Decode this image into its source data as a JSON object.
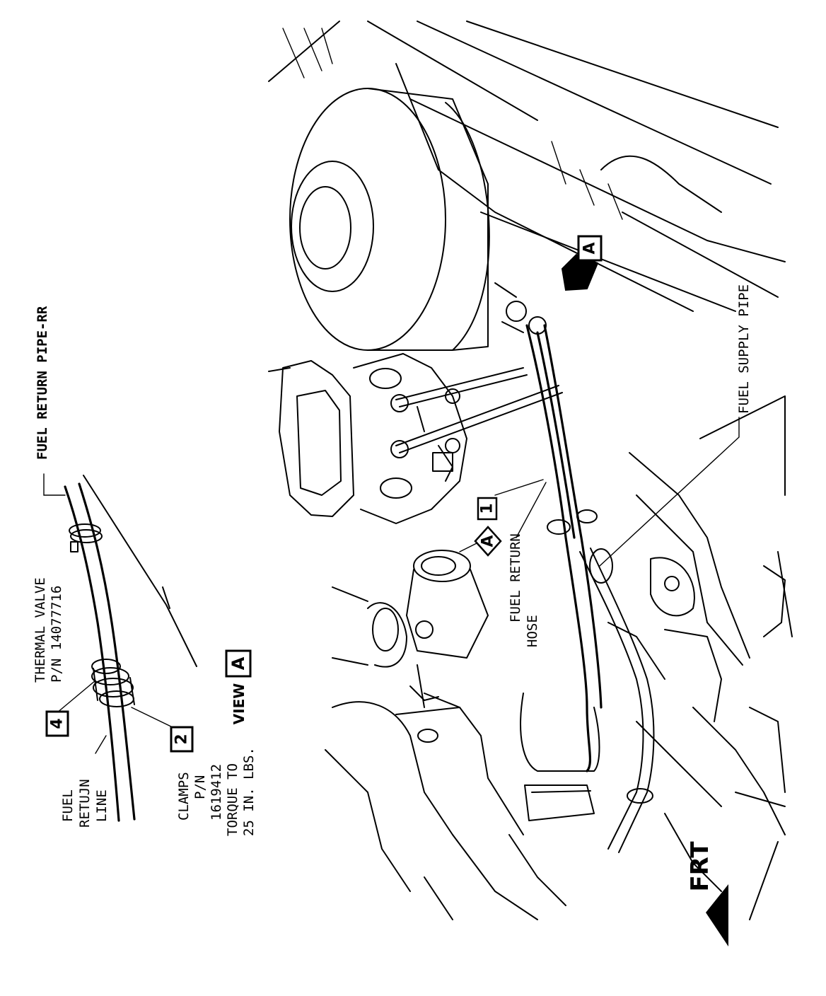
{
  "labels": {
    "fuel_return_pipe_rr": "FUEL RETURN PIPE-RR",
    "thermal_valve_line1": "THERMAL VALVE",
    "thermal_valve_line2": "P/N 14077716",
    "fuel_return_line_1": "FUEL",
    "fuel_return_line_2": "RETUJN",
    "fuel_return_line_3": "LINE",
    "clamps_1": "CLAMPS",
    "clamps_2": "P/N",
    "clamps_3": "1619412",
    "clamps_4": "TORQUE TO",
    "clamps_5": "25 IN. LBS.",
    "view_word": "VIEW",
    "view_letter": "A",
    "fuel_return_hose_1": "FUEL RETURN",
    "fuel_return_hose_2": "HOSE",
    "fuel_supply_pipe": "FUEL SUPPLY PIPE",
    "front_arrow": "FRT"
  },
  "callouts": {
    "c4": "4",
    "c2": "2",
    "c1": "1",
    "cA_left": "A",
    "cA_right": "A"
  },
  "colors": {
    "ink": "#000000",
    "paper": "#ffffff"
  }
}
